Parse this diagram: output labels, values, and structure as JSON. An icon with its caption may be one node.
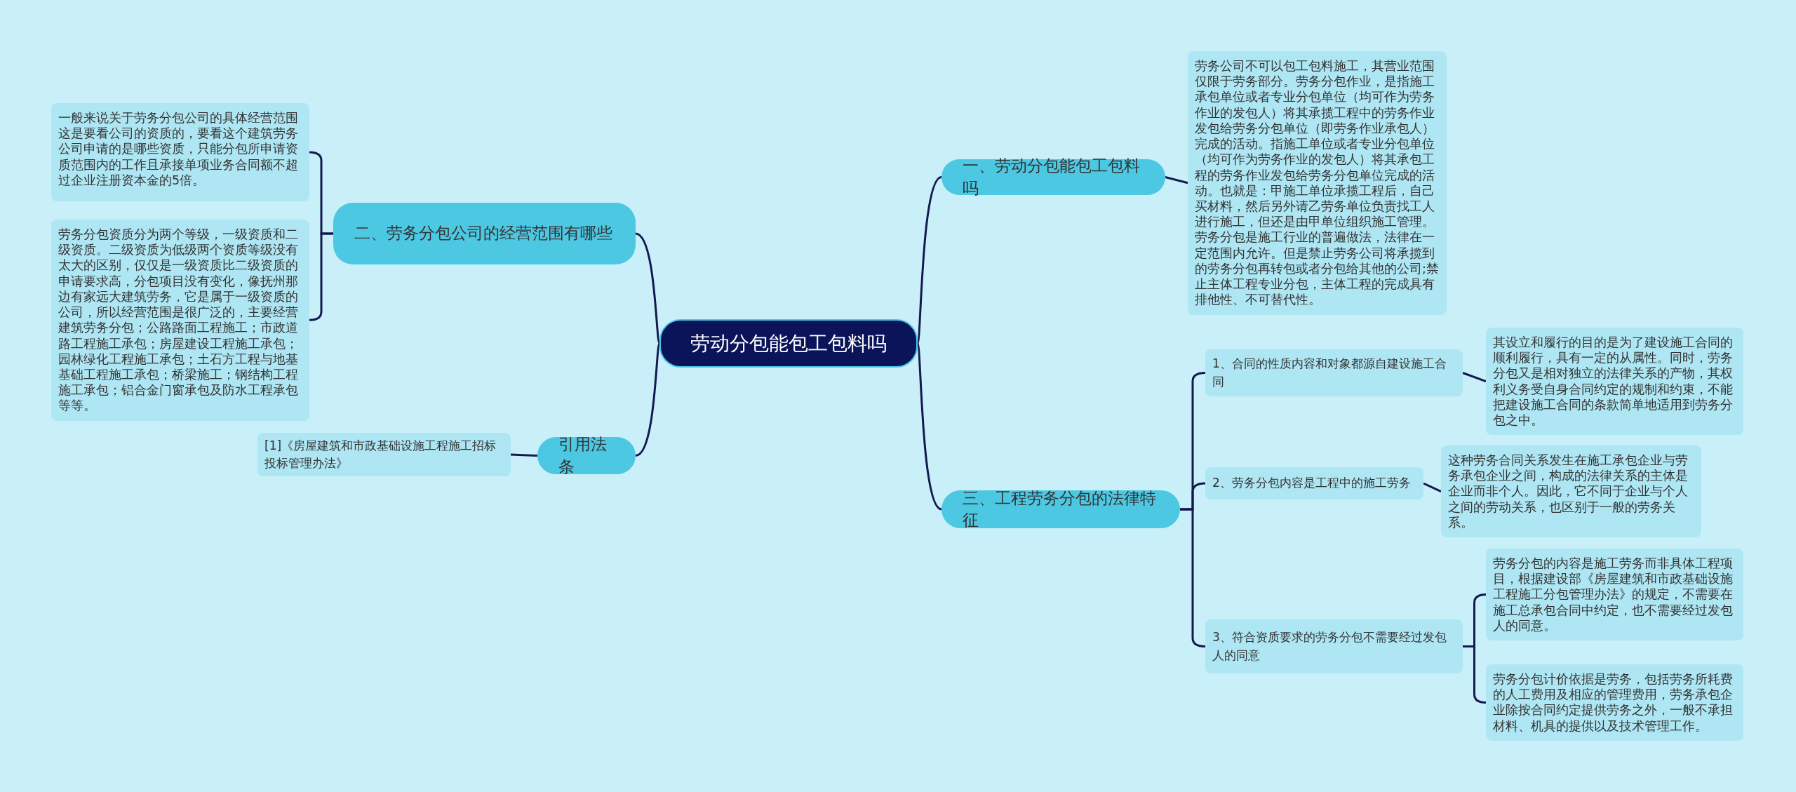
{
  "diagram": {
    "nodes": [
      {
        "text": [
          "劳动分包能包工包料吗"
        ]
      },
      {
        "text": [
          "一、劳动分包能包工包料吗"
        ]
      },
      {
        "text": [
          "劳务公司不可以包工包料施工，其营业范围仅限于劳务部分。劳务分包作业，是指施工承包单位或者专业分包单位（均可作为劳务作业的发包人）将其承揽工程中的劳务作业发包给劳务分包单位（即劳务作业承包人）完成的活动。指施工单位或者专业分包单位（均可作为劳务作业的发包人）将其承包工程的劳务作业发包给劳务分包单位完成的活动。也就是：甲施工单位承揽工程后，自己买材料，然后另外请乙劳务单位负责找工人进行施工，但还是由甲单位组织施工管理。劳务分包是施工行业的普遍做法，法律在一定范围内允许。但是禁止劳务公司将承揽到的劳务分包再转包或者分包给其他的公司;禁止主体工程专业分包，主体工程的完成具有排他性、不可替代性。"
        ]
      },
      {
        "text": [
          "二、劳务分包公司的经营范围有哪些"
        ]
      },
      {
        "text": [
          "一般来说关于劳务分包公司的具体经营范围这是要看公司的资质的，要看这个建筑劳务公司申请的是哪些资质，只能分包所申请资质范围内的工作且承接单项业务合同额不超过企业注册资本金的5倍。"
        ]
      },
      {
        "text": [
          "劳务分包资质分为两个等级，一级资质和二级资质。二级资质为低级两个资质等级没有太大的区别，仅仅是一级资质比二级资质的申请要求高，分包项目没有变化，像抚州那边有家远大建筑劳务，它是属于一级资质的公司，所以经营范围是很广泛的，主要经营建筑劳务分包；公路路面工程施工；市政道路工程施工承包；房屋建设工程施工承包；园林绿化工程施工承包；土石方工程与地基基础工程施工承包；桥梁施工；钢结构工程施工承包；铝合金门窗承包及防水工程承包等等。"
        ]
      },
      {
        "text": [
          "引用法条"
        ]
      },
      {
        "text": [
          "[1]《房屋建筑和市政基础设施工程施工招标投标管理办法》"
        ]
      },
      {
        "text": [
          "三、工程劳务分包的法律特征"
        ]
      },
      {
        "text": [
          "1、合同的性质内容和对象都源自建设施工合同"
        ]
      },
      {
        "text": [
          "其设立和履行的目的是为了建设施工合同的顺利履行，具有一定的从属性。同时，劳务分包又是相对独立的法律关系的产物，其权利义务受自身合同约定的规制和约束，不能把建设施工合同的条款简单地适用到劳务分包之中。"
        ]
      },
      {
        "text": [
          "2、劳务分包内容是工程中的施工劳务"
        ]
      },
      {
        "text": [
          "这种劳务合同关系发生在施工承包企业与劳务承包企业之间，构成的法律关系的主体是企业而非个人。因此，它不同于企业与个人之间的劳动关系，也区别于一般的劳务关系。"
        ]
      },
      {
        "text": [
          "3、符合资质要求的劳务分包不需要经过发包人的同意"
        ]
      },
      {
        "text": [
          "劳务分包的内容是施工劳务而非具体工程项目，根据建设部《房屋建筑和市政基础设施工程施工分包管理办法》的规定，不需要在施工总承包合同中约定，也不需要经过发包人的同意。"
        ]
      },
      {
        "text": [
          "劳务分包计价依据是劳务，包括劳务所耗费的人工费用及相应的管理费用，劳务承包企业除按合同约定提供劳务之外，一般不承担材料、机具的提供以及技术管理工作。"
        ]
      }
    ],
    "edges": [
      {
        "from": 0,
        "to": 1,
        "arrow": "none"
      },
      {
        "from": 1,
        "to": 2,
        "arrow": "none"
      },
      {
        "from": 0,
        "to": 3,
        "arrow": "none"
      },
      {
        "from": 3,
        "to": 4,
        "arrow": "none"
      },
      {
        "from": 3,
        "to": 5,
        "arrow": "none"
      },
      {
        "from": 0,
        "to": 6,
        "arrow": "none"
      },
      {
        "from": 6,
        "to": 7,
        "arrow": "none"
      },
      {
        "from": 0,
        "to": 8,
        "arrow": "none"
      },
      {
        "from": 8,
        "to": 9,
        "arrow": "none"
      },
      {
        "from": 9,
        "to": 10,
        "arrow": "none"
      },
      {
        "from": 8,
        "to": 11,
        "arrow": "none"
      },
      {
        "from": 11,
        "to": 12,
        "arrow": "none"
      },
      {
        "from": 8,
        "to": 13,
        "arrow": "none"
      },
      {
        "from": 13,
        "to": 14,
        "arrow": "none"
      },
      {
        "from": 13,
        "to": 15,
        "arrow": "none"
      }
    ]
  }
}
